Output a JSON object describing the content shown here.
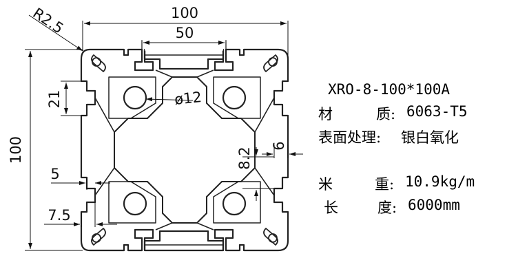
{
  "drawing": {
    "dimensions": {
      "width_total": "100",
      "width_half": "50",
      "height_total": "100",
      "corner_radius": "R2.5",
      "hole_diameter": "ø12",
      "slot_height": "21",
      "slot_opening": "5",
      "slot_depth": "7.5",
      "slot_inner": "8.2",
      "wall_thickness": "6"
    }
  },
  "specs": {
    "model": "XRO-8-100*100A",
    "material_label": "材",
    "material_label2": "质:",
    "material_value": "6063-T5",
    "finish_label": "表面处理:",
    "finish_value": "银白氧化",
    "weight_label": "米",
    "weight_label2": "重:",
    "weight_value": "10.9kg/m",
    "length_label": "长",
    "length_label2": "度:",
    "length_value": "6000mm"
  }
}
